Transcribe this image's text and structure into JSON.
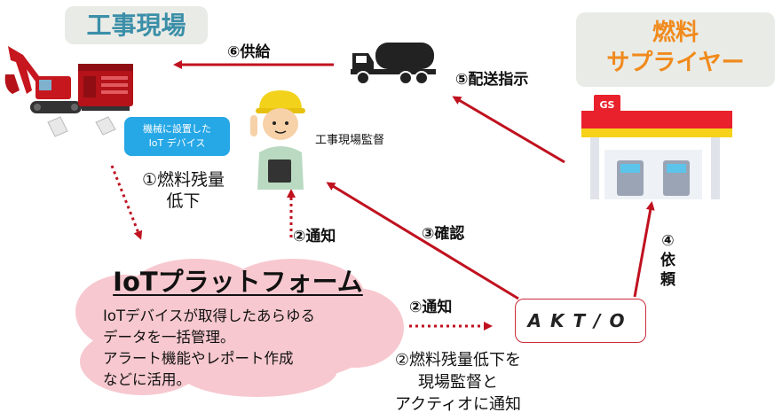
{
  "labels": {
    "site": "工事現場",
    "supplier_line1": "燃料",
    "supplier_line2": "サプライヤー",
    "supervisor": "工事現場監督",
    "iot_device_line1": "機械に設置した",
    "iot_device_line2": "IoT デバイス",
    "fuel_low_line1": "①燃料残量",
    "fuel_low_line2": "低下",
    "gs_sign": "GS",
    "aktio_logo": "AKT/O"
  },
  "steps": {
    "supply": "⑥供給",
    "delivery": "⑤配送指示",
    "notify_up": "②通知",
    "confirm": "③確認",
    "notify_right": "②通知",
    "request_num": "④",
    "request_c1": "依",
    "request_c2": "頼"
  },
  "platform": {
    "title": "IoTプラットフォーム",
    "desc": [
      "IoTデバイスが取得したあらゆる",
      "データを一括管理。",
      "アラート機能やレポート作成",
      "などに活用。"
    ]
  },
  "note": [
    "②燃料残量低下を",
    "現場監督と",
    "アクティオに通知"
  ],
  "colors": {
    "arrow": "#c0111f",
    "site_label": "#3b8fa8",
    "supplier_label": "#f08a1c",
    "box_bg": "#e9ebe6",
    "iot_badge": "#26a7e6",
    "cloud": "#f7c8cf"
  }
}
